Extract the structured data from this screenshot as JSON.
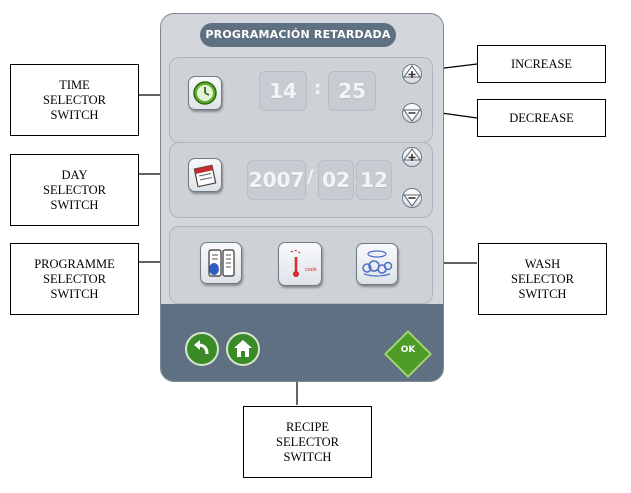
{
  "panel": {
    "title": "PROGRAMACIÓN RETARDADA",
    "time": {
      "hour": "14",
      "separator": ":",
      "minute": "25"
    },
    "date": {
      "year": "2007",
      "month": "02",
      "day": "12",
      "separator": "/"
    },
    "ok_label": "OK"
  },
  "callouts": {
    "time_selector": [
      "TIME",
      "SELECTOR",
      "SWITCH"
    ],
    "day_selector": [
      "DAY",
      "SELECTOR",
      "SWITCH"
    ],
    "programme_selector": [
      "PROGRAMME",
      "SELECTOR",
      "SWITCH"
    ],
    "recipe_selector": [
      "RECIPE",
      "SELECTOR",
      "SWITCH"
    ],
    "wash_selector": [
      "WASH",
      "SELECTOR",
      "SWITCH"
    ],
    "increase": [
      "INCREASE"
    ],
    "decrease": [
      "DECREASE"
    ]
  },
  "icons": {
    "time_button": "clock-icon",
    "day_button": "calendar-icon",
    "programme_button": "programme-list-icon",
    "recipe_button": "cooking-recipe-icon",
    "wash_button": "wash-icon",
    "increase_button": "plus-arrow-up-icon",
    "decrease_button": "minus-arrow-down-icon",
    "back_button": "back-arrow-icon",
    "home_button": "home-icon"
  },
  "colors": {
    "panel_bg": "#d3d7dc",
    "panel_dark": "#5e7082",
    "ok_green": "#4e9b25",
    "nav_green": "#3a8a28",
    "clock_green": "#5fae2f",
    "recipe_red": "#d8282a",
    "wash_blue": "#4d6fc8"
  }
}
